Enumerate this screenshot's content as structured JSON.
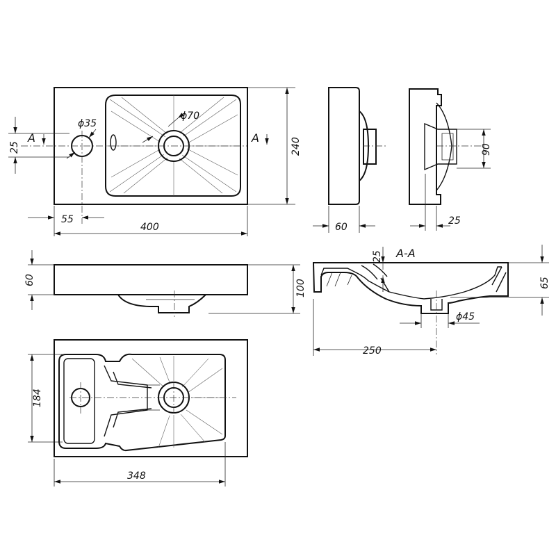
{
  "drawing": {
    "top_view": {
      "width_dim": "400",
      "depth_dim": "240",
      "hole_offset_dim": "55",
      "hole_height_dim": "25",
      "tap_hole_dia": "ϕ35",
      "drain_hole_dia": "ϕ70",
      "section_mark_left": "A",
      "section_mark_right": "A"
    },
    "side_view": {
      "depth_dim": "60"
    },
    "rear_view": {
      "drain_height_dim": "90",
      "drain_depth_dim": "25"
    },
    "front_view": {
      "rim_height_dim": "60",
      "total_height_dim": "100"
    },
    "section_view": {
      "title": "A-A",
      "bowl_depth_dim": "65",
      "rim_offset_dim": "25",
      "drain_dia": "ϕ45",
      "drain_position_dim": "250"
    },
    "bottom_view": {
      "bowl_width_dim": "348",
      "bowl_depth_dim": "184"
    }
  }
}
